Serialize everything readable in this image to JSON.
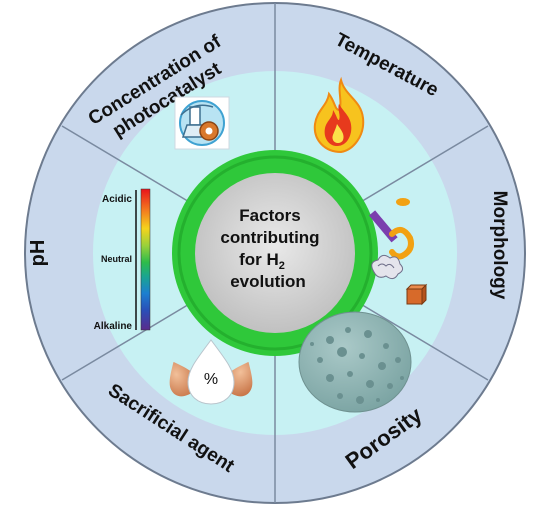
{
  "center": {
    "line1": "Factors",
    "line2": "contributing",
    "line3_prefix": "for H",
    "line3_sub": "2",
    "line4": "evolution"
  },
  "segments": {
    "concentration_line1": "Concentration of",
    "concentration_line2": "photocatalyst",
    "temperature": "Temperature",
    "morphology": "Morphology",
    "porosity": "Porosity",
    "sacrificial": "Sacrificial agent",
    "ph": "pH"
  },
  "ph_scale": {
    "acidic": "Acidic",
    "neutral": "Neutral",
    "alkaline": "Alkaline"
  },
  "sacrificial_symbol": "%",
  "colors": {
    "outer_ring": "#c9d8ec",
    "inner_disc": "#c7f1f3",
    "green_ring": "#2fc83a",
    "center_disc": "#d8d8d8",
    "divider": "#7a8aa0"
  }
}
